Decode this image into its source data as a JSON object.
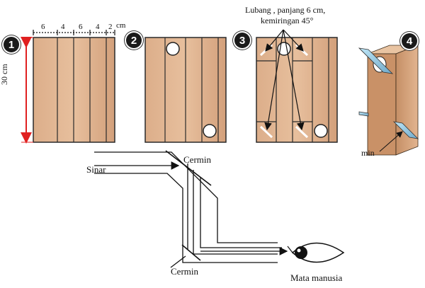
{
  "steps": [
    "1",
    "2",
    "3",
    "4"
  ],
  "dimensions": {
    "widths": [
      "6",
      "4",
      "6",
      "4",
      "2"
    ],
    "unit": "cm",
    "height": "30 cm"
  },
  "annotation_hole": {
    "line1": "Lubang , panjang 6 cm,",
    "line2": "kemiringan 45°"
  },
  "labels": {
    "mirror_top": "Cermin",
    "mirror_bottom": "Cermin",
    "ray": "Sinar",
    "eye": "Mata manusia",
    "mirror_short": "min"
  },
  "colors": {
    "wood": "#d9a882",
    "wood_dark": "#c89670",
    "dim_red": "#e02020"
  }
}
